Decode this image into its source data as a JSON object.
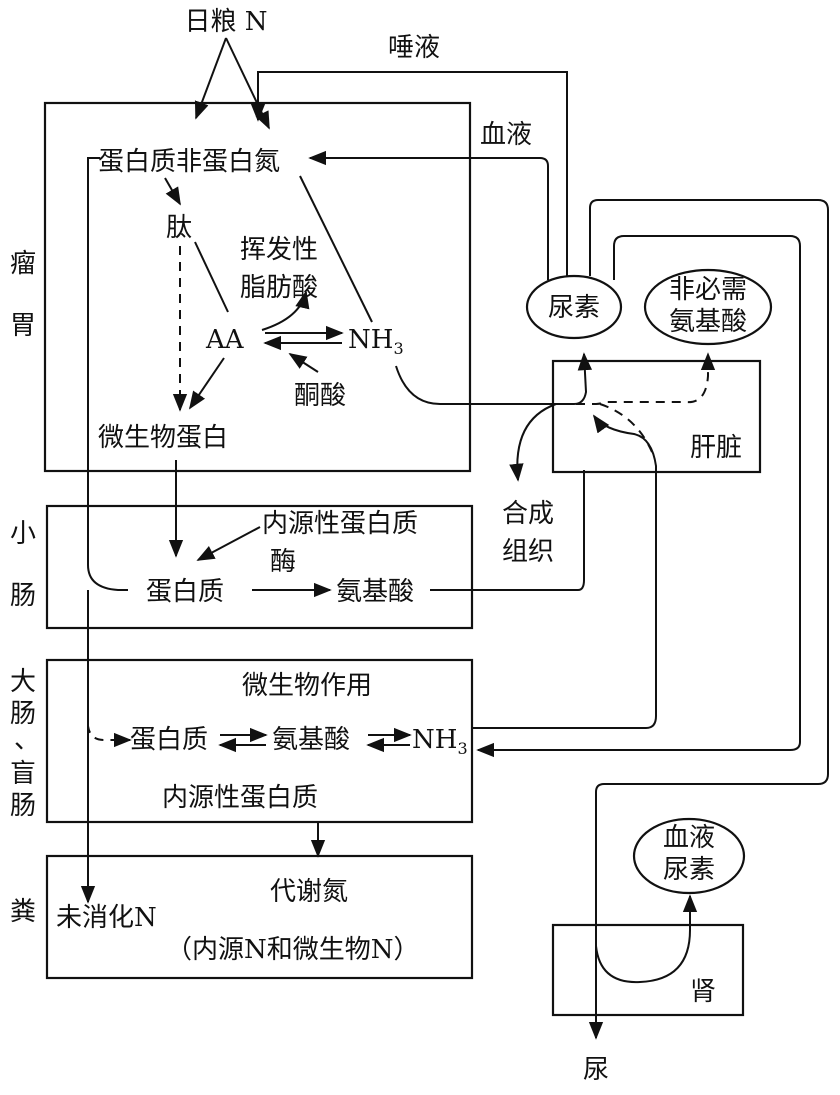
{
  "diagram": {
    "source_label": "日粮 N",
    "saliva_label": "唾液",
    "blood_label": "血液",
    "sections": {
      "rumen": [
        "瘤",
        "胃"
      ],
      "small_intestine": [
        "小",
        "肠"
      ],
      "large_intestine": [
        "大",
        "肠",
        "、",
        "盲",
        "肠"
      ],
      "feces": [
        "粪"
      ]
    },
    "rumen": {
      "protein_npn": "蛋白质非蛋白氮",
      "peptide": "肽",
      "vfa_line1": "挥发性",
      "vfa_line2": "脂肪酸",
      "aa": "AA",
      "nh3": "NH",
      "nh3_sub": "3",
      "keto_acid": "酮酸",
      "microbial_protein": "微生物蛋白"
    },
    "small_intestine": {
      "endogenous_protein": "内源性蛋白质",
      "enzyme": "酶",
      "protein": "蛋白质",
      "amino_acid": "氨基酸"
    },
    "large_intestine": {
      "microbial_action": "微生物作用",
      "protein": "蛋白质",
      "amino_acid": "氨基酸",
      "nh3": "NH",
      "nh3_sub": "3",
      "endogenous_protein": "内源性蛋白质"
    },
    "feces": {
      "undigested": "未消化N",
      "metabolic_n": "代谢氮",
      "metabolic_detail": "（内源N和微生物N）"
    },
    "liver": {
      "label": "肝脏",
      "urea": "尿素",
      "nonessential_line1": "非必需",
      "nonessential_line2": "氨基酸",
      "synthesis_line1": "合成",
      "synthesis_line2": "组织"
    },
    "kidney": {
      "label": "肾",
      "blood_urea_line1": "血液",
      "blood_urea_line2": "尿素",
      "urine": "尿"
    }
  }
}
